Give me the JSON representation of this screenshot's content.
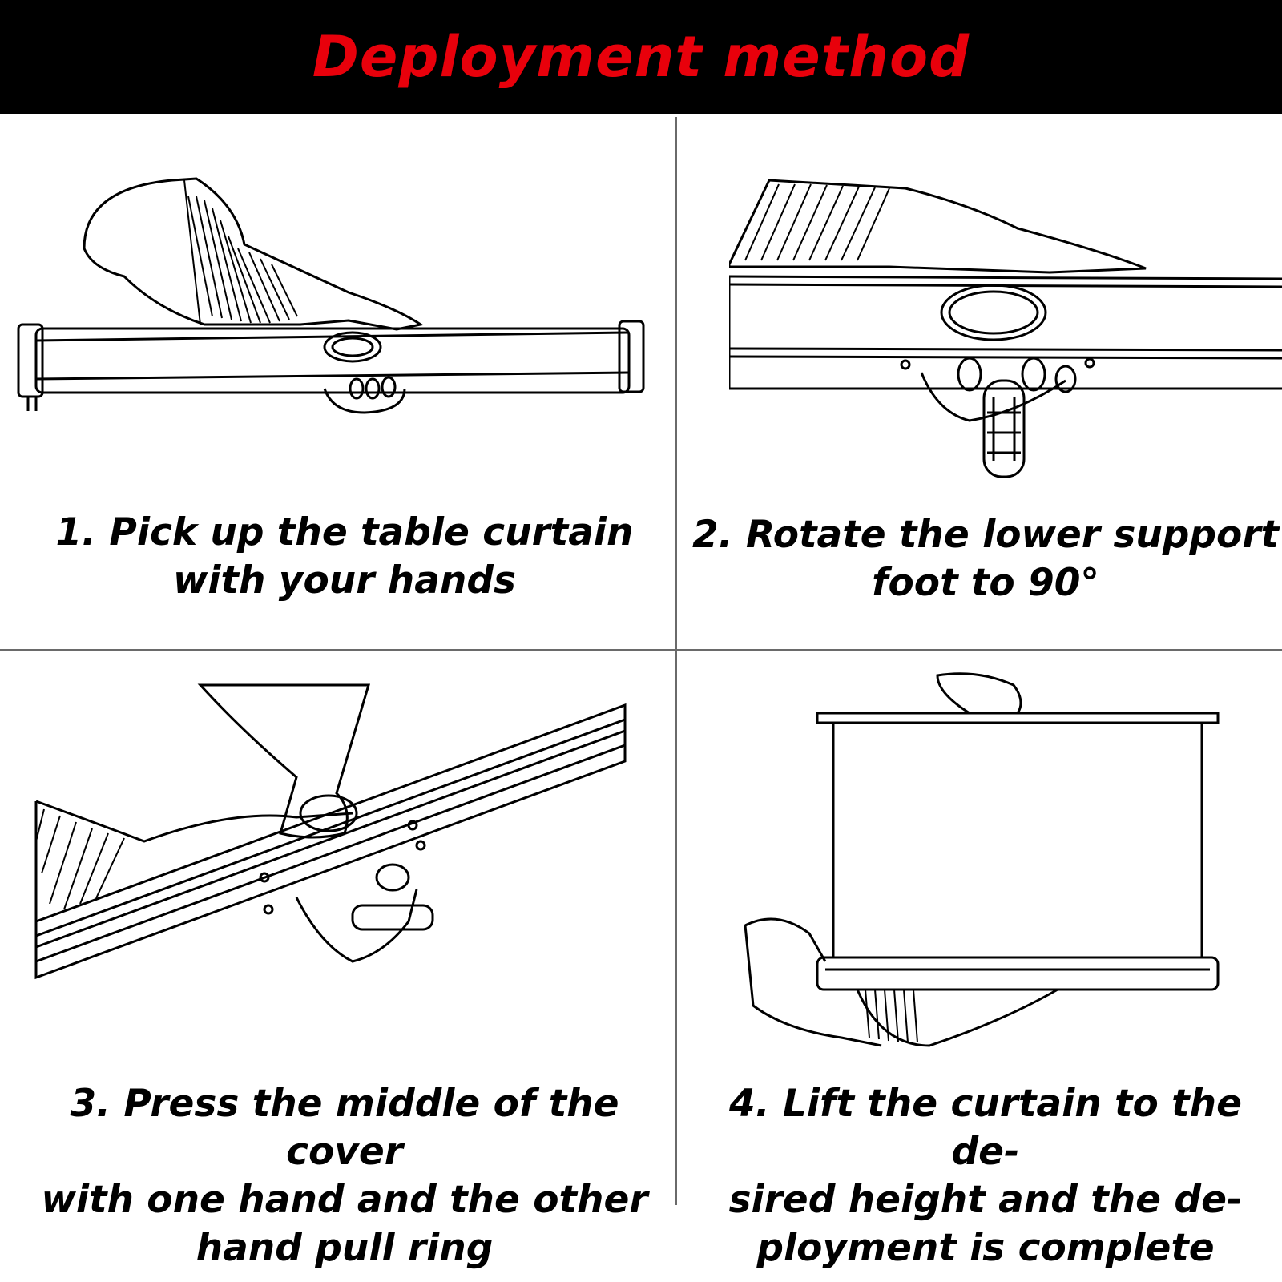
{
  "header": {
    "title": "Deployment method"
  },
  "steps": [
    {
      "lines": [
        "1. Pick up the table curtain",
        "with your hands"
      ]
    },
    {
      "lines": [
        "2. Rotate the lower support",
        "foot to 90°"
      ]
    },
    {
      "lines": [
        "3. Press the middle of the cover",
        "with one hand and the other",
        "hand pull ring"
      ]
    },
    {
      "lines": [
        "4. Lift the curtain to the de-",
        "sired height and the de-",
        "ployment is complete"
      ]
    }
  ],
  "colors": {
    "header_bg": "#000000",
    "title": "#e8000b",
    "divider": "#6a6a6a",
    "ink": "#000000"
  }
}
